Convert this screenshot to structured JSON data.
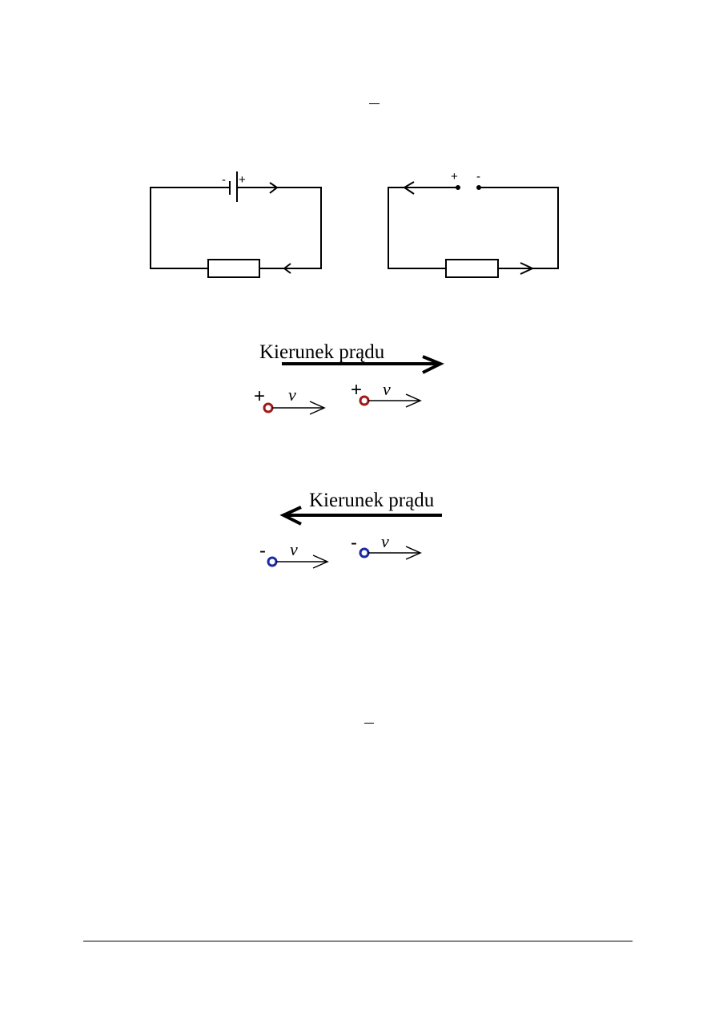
{
  "circuits": {
    "left": {
      "minus_sign": "-",
      "plus_sign": "+"
    },
    "right": {
      "plus_sign": "+",
      "minus_sign": "-"
    }
  },
  "positive_panel": {
    "label": "Kierunek prądu",
    "charge_sign": "+",
    "velocity_symbol": "v",
    "charge_color": "#a01818"
  },
  "negative_panel": {
    "label": "Kierunek prądu",
    "charge_sign": "-",
    "velocity_symbol": "v",
    "charge_color": "#1a2aa0"
  }
}
